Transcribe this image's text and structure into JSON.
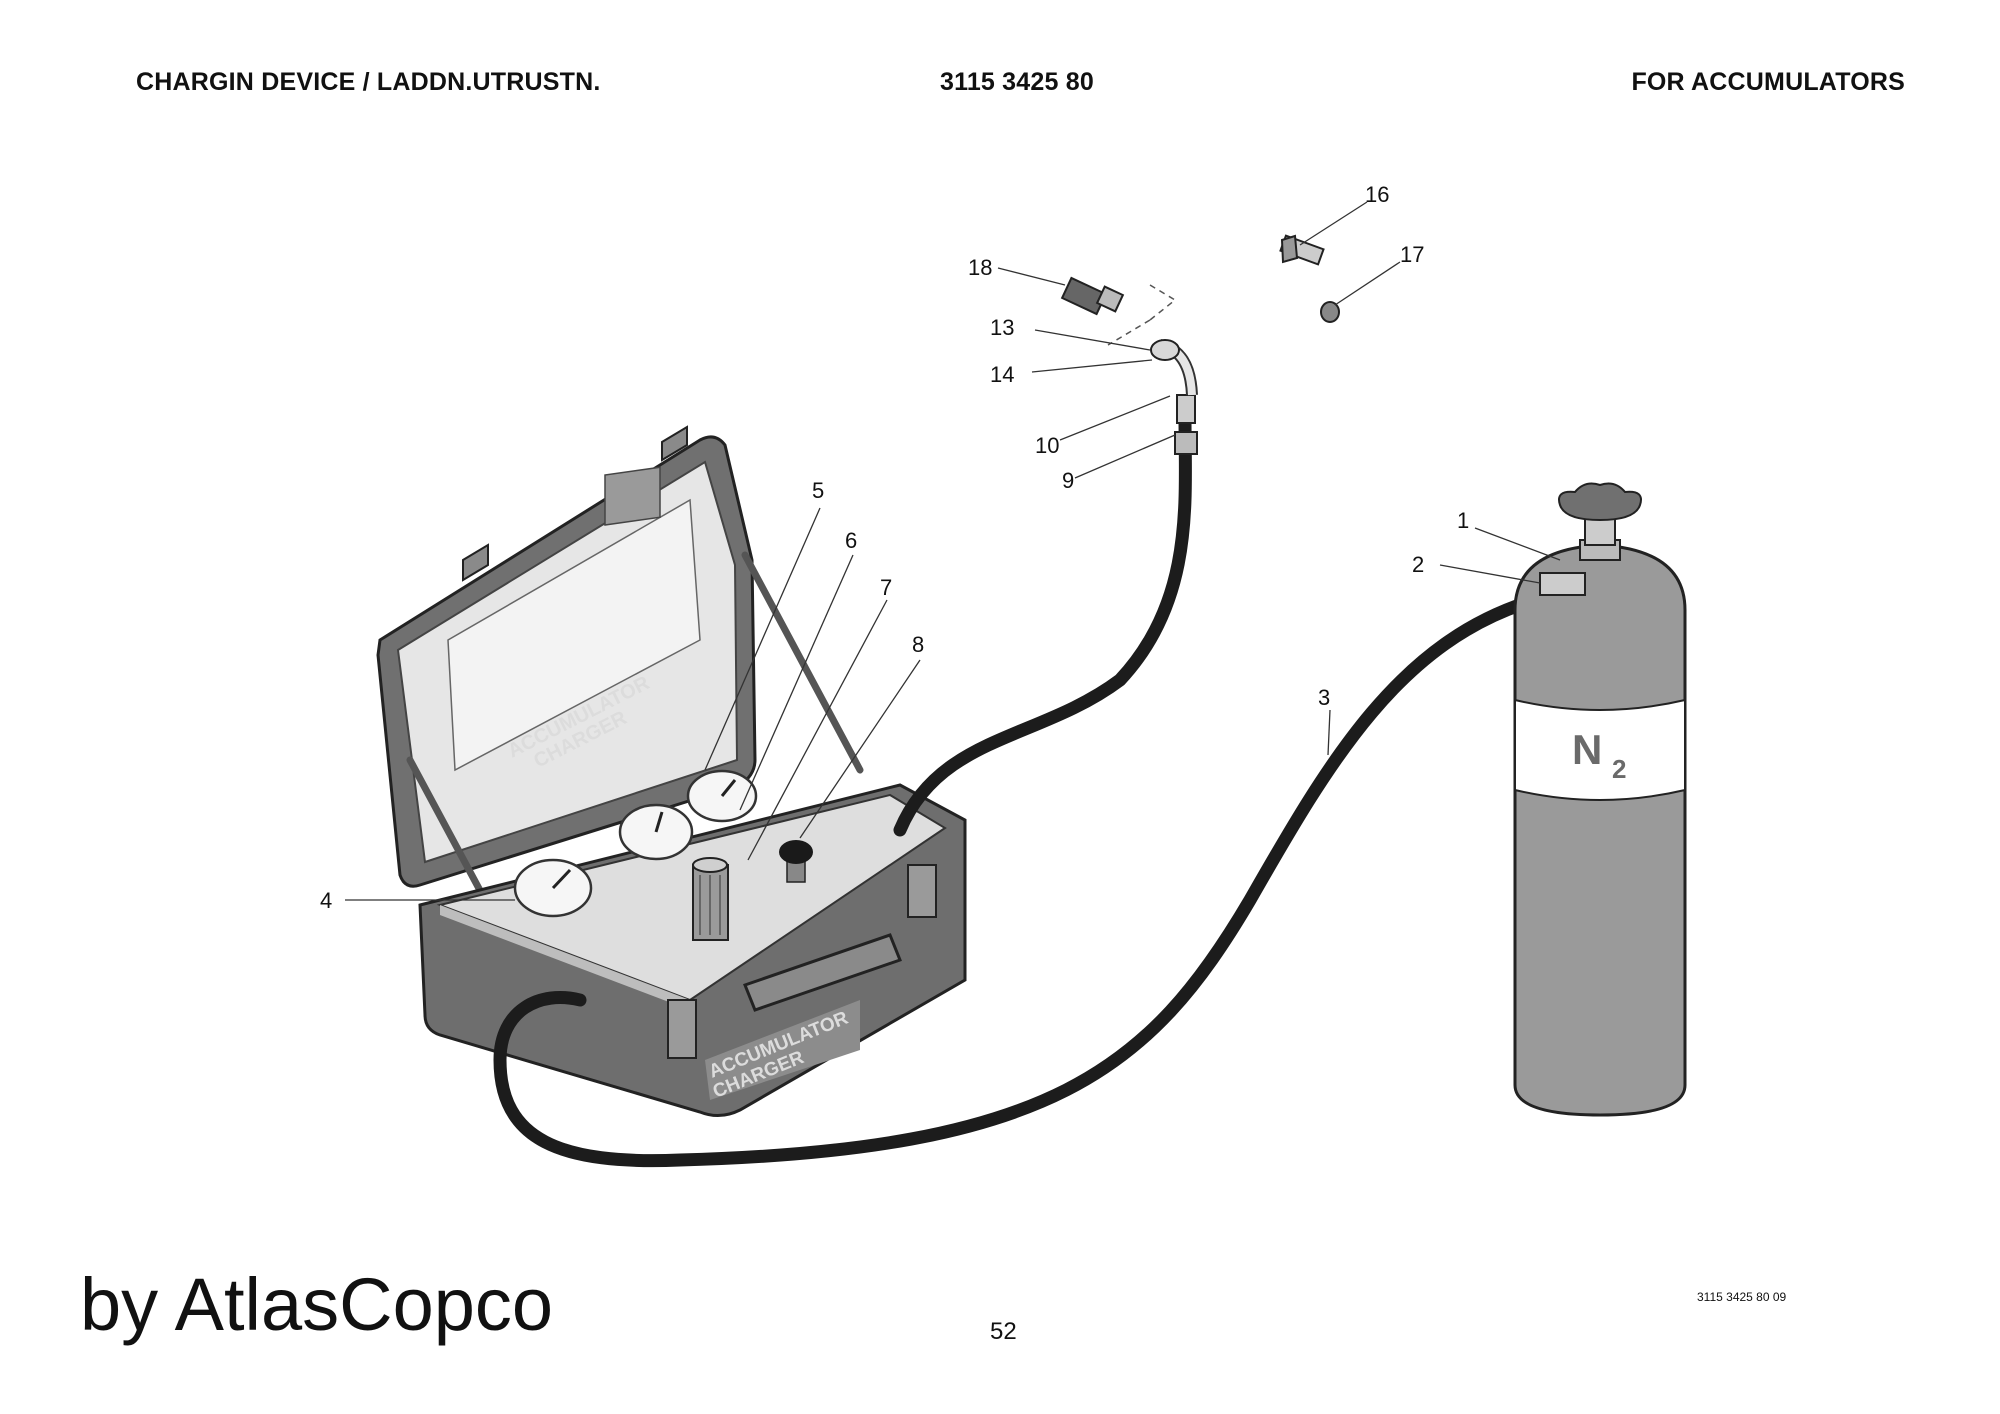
{
  "header": {
    "left": "CHARGIN DEVICE / LADDN.UTRUSTN.",
    "center": "3115 3425 80",
    "right": "FOR ACCUMULATORS"
  },
  "footer": {
    "brand": "by AtlasCopco",
    "page_number": "52",
    "drawing_ref": "3115 3425 80 09"
  },
  "illustration": {
    "case_label_lid": [
      "ACCUMULATOR",
      "CHARGER"
    ],
    "case_label_front": [
      "ACCUMULATOR",
      "CHARGER"
    ],
    "cylinder_label": "N",
    "cylinder_label_sub": "2",
    "callouts": [
      "1",
      "2",
      "3",
      "4",
      "5",
      "6",
      "7",
      "8",
      "9",
      "10",
      "13",
      "14",
      "16",
      "17",
      "18"
    ]
  },
  "colors": {
    "case_body": "#6e6e6e",
    "case_lid_inner": "#e6e6e6",
    "cylinder": "#9a9a9a",
    "hose": "#1c1c1c"
  }
}
